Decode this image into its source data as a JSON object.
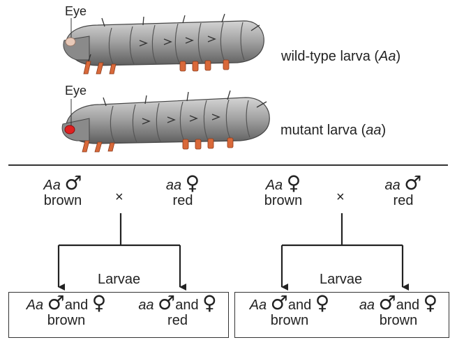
{
  "top": {
    "eye_label_1": "Eye",
    "eye_label_2": "Eye",
    "wildtype_caption_prefix": "wild-type larva (",
    "wildtype_caption_geno": "Aa",
    "wildtype_caption_suffix": ")",
    "mutant_caption_prefix": "mutant larva (",
    "mutant_caption_geno": "aa",
    "mutant_caption_suffix": ")"
  },
  "cross1": {
    "parent1_geno": "Aa",
    "parent1_sex_symbol": "♂",
    "parent1_color": "brown",
    "times": "×",
    "parent2_geno": "aa",
    "parent2_sex_symbol": "♀",
    "parent2_color": "red",
    "offspring_label": "Larvae",
    "off1_geno": "Aa",
    "off1_male": "♂",
    "off1_and": "and",
    "off1_female": "♀",
    "off1_color": "brown",
    "off2_geno": "aa",
    "off2_male": "♂",
    "off2_and": "and",
    "off2_female": "♀",
    "off2_color": "red"
  },
  "cross2": {
    "parent1_geno": "Aa",
    "parent1_sex_symbol": "♀",
    "parent1_color": "brown",
    "times": "×",
    "parent2_geno": "aa",
    "parent2_sex_symbol": "♂",
    "parent2_color": "red",
    "offspring_label": "Larvae",
    "off1_geno": "Aa",
    "off1_male": "♂",
    "off1_and": "and",
    "off1_female": "♀",
    "off1_color": "brown",
    "off2_geno": "aa",
    "off2_male": "♂",
    "off2_and": "and",
    "off2_female": "♀",
    "off2_color": "brown"
  },
  "colors": {
    "larva_body": "#9a9a9a",
    "legs": "#d9693a",
    "wildtype_eye": "#e8c9b8",
    "mutant_eye": "#e02020"
  }
}
